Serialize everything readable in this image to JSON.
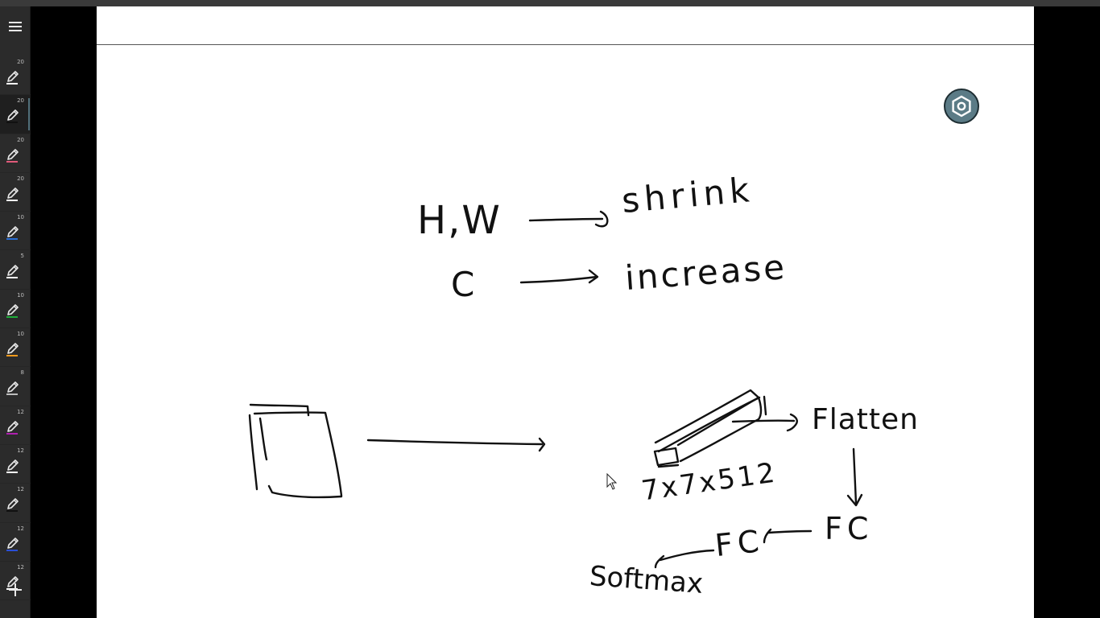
{
  "toolbar": {
    "menu_icon": "hamburger-icon",
    "pens": [
      {
        "size": "20",
        "color": "#ffffff"
      },
      {
        "size": "20",
        "color": "#111111"
      },
      {
        "size": "20",
        "color": "#e05a7a"
      },
      {
        "size": "20",
        "color": "#ffffff"
      },
      {
        "size": "10",
        "color": "#2a6fd6"
      },
      {
        "size": "5",
        "color": "#ffffff"
      },
      {
        "size": "10",
        "color": "#1fae3a"
      },
      {
        "size": "10",
        "color": "#f39a1c"
      },
      {
        "size": "8",
        "color": "#bdbdbd"
      },
      {
        "size": "12",
        "color": "#b01fb0"
      },
      {
        "size": "12",
        "color": "#ffffff"
      },
      {
        "size": "12",
        "color": "#111111"
      },
      {
        "size": "12",
        "color": "#2a4fd6"
      },
      {
        "size": "12",
        "color": "#ffffff"
      }
    ],
    "active_pen_index": 1,
    "add_icon": "plus-icon"
  },
  "page": {
    "background": "#ffffff",
    "settings_icon": "hexagon-settings-icon",
    "settings_color": "#5b7b86"
  },
  "notes": {
    "hw_label": "H,W",
    "shrink_label": "shrink",
    "c_label": "C",
    "increase_label": "increase",
    "flatten_label": "Flatten",
    "dims_label": "7x7x512",
    "fc1_label": "FC",
    "fc2_label": "FC",
    "softmax_label": "Softmax"
  }
}
